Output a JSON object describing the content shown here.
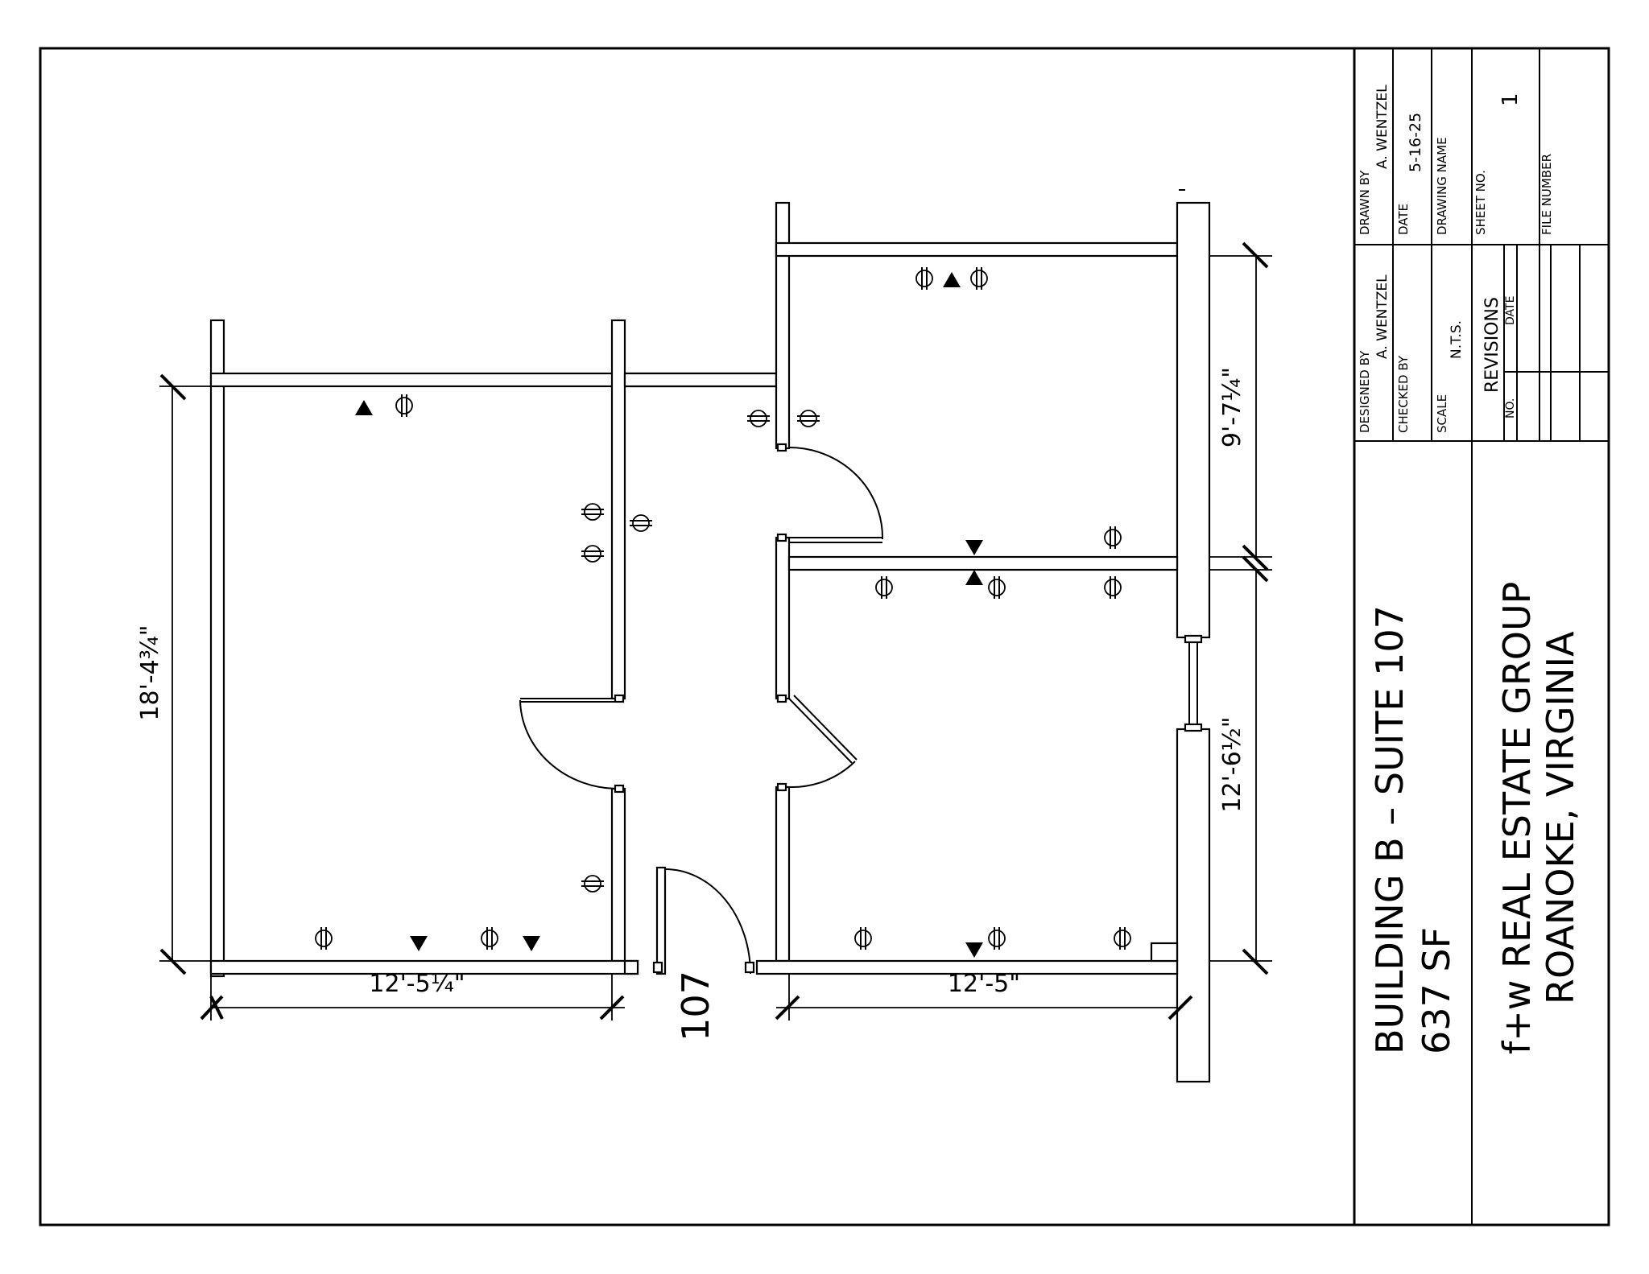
{
  "plan": {
    "room_number": "107",
    "dimensions": {
      "overall_left": "18'-4¾\"",
      "upper_right": "9'-7¼\"",
      "lower_right": "12'-6½\"",
      "bottom_left": "12'-5¼\"",
      "bottom_right": "12'-5\""
    },
    "symbols": [
      "outlet-symbol",
      "phone-data-triangle"
    ]
  },
  "title_block": {
    "designed_by_label": "DESIGNED BY",
    "designed_by": "A. WENTZEL",
    "drawn_by_label": "DRAWN BY",
    "drawn_by": "A. WENTZEL",
    "checked_by_label": "CHECKED BY",
    "checked_by": "",
    "date_label": "DATE",
    "date": "5-16-25",
    "scale_label": "SCALE",
    "scale": "N.T.S.",
    "drawing_name_label": "DRAWING NAME",
    "revisions_label": "REVISIONS",
    "no_label": "NO.",
    "rev_date_label": "DATE",
    "sheet_no_label": "SHEET NO.",
    "sheet_no": "1",
    "file_number_label": "FILE NUMBER",
    "project_line1": "BUILDING B  –  SUITE 107",
    "project_line2": "637 SF",
    "company_line1": "f+w REAL ESTATE GROUP",
    "company_line2": "ROANOKE, VIRGINIA"
  }
}
